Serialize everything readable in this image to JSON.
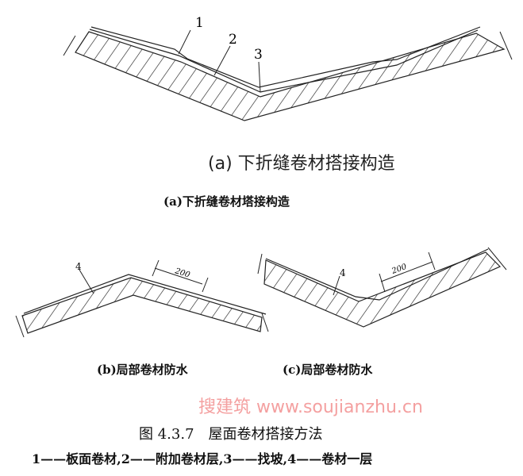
{
  "diagram_a": {
    "labels": [
      "1",
      "2",
      "3"
    ],
    "caption_large": "(a) 下折缝卷材搭接构造",
    "caption_small": "(a)下折缝卷材塔接构造"
  },
  "diagram_b": {
    "label": "4",
    "dimension": "200",
    "caption": "(b)局部卷材防水"
  },
  "diagram_c": {
    "label": "4",
    "dimension": "200",
    "caption": "(c)局部卷材防水"
  },
  "figure_title": "图 4.3.7　屋面卷材搭接方法",
  "legend": "1——板面卷材,2——附加卷材层,3——找坡,4——卷材一层",
  "watermark": "搜建筑 www.soujianzhu.cn"
}
